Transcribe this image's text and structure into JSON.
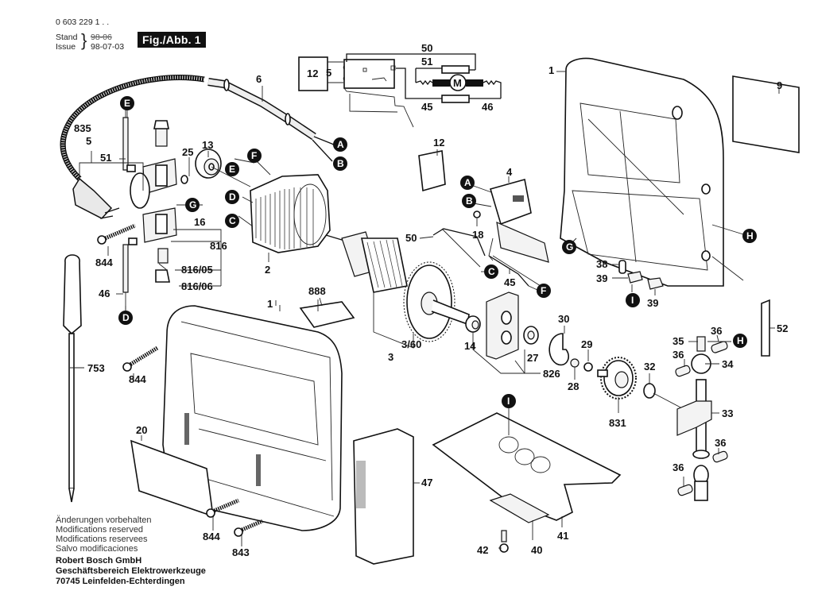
{
  "header": {
    "part_number": "0 603 229 1 . .",
    "stand_label": "Stand",
    "issue_label": "Issue",
    "stand_value_struck": "98-06",
    "issue_value": "98-07-03",
    "figure_label": "Fig./Abb. 1"
  },
  "footer": {
    "notes": [
      "Änderungen vorbehalten",
      "Modifications reserved",
      "Modifications reservees",
      "Salvo modificaciones"
    ],
    "company": [
      "Robert Bosch GmbH",
      "Geschäftsbereich Elektrowerkzeuge",
      "70745 Leinfelden-Echterdingen"
    ]
  },
  "wiring": {
    "labels": [
      "12",
      "5",
      "50",
      "51",
      "45",
      "46",
      "M"
    ]
  },
  "part_labels": [
    {
      "id": "p1a",
      "text": "1"
    },
    {
      "id": "p1b",
      "text": "1"
    },
    {
      "id": "p2",
      "text": "2"
    },
    {
      "id": "p3",
      "text": "3"
    },
    {
      "id": "p360",
      "text": "3/60"
    },
    {
      "id": "p4",
      "text": "4"
    },
    {
      "id": "p6",
      "text": "6"
    },
    {
      "id": "p9",
      "text": "9"
    },
    {
      "id": "p12",
      "text": "12"
    },
    {
      "id": "p13",
      "text": "13"
    },
    {
      "id": "p14",
      "text": "14"
    },
    {
      "id": "p16",
      "text": "16"
    },
    {
      "id": "p18",
      "text": "18"
    },
    {
      "id": "p20",
      "text": "20"
    },
    {
      "id": "p25",
      "text": "25"
    },
    {
      "id": "p27",
      "text": "27"
    },
    {
      "id": "p28",
      "text": "28"
    },
    {
      "id": "p29",
      "text": "29"
    },
    {
      "id": "p30",
      "text": "30"
    },
    {
      "id": "p32",
      "text": "32"
    },
    {
      "id": "p33",
      "text": "33"
    },
    {
      "id": "p34",
      "text": "34"
    },
    {
      "id": "p35",
      "text": "35"
    },
    {
      "id": "p36a",
      "text": "36"
    },
    {
      "id": "p36b",
      "text": "36"
    },
    {
      "id": "p36c",
      "text": "36"
    },
    {
      "id": "p36d",
      "text": "36"
    },
    {
      "id": "p38",
      "text": "38"
    },
    {
      "id": "p39a",
      "text": "39"
    },
    {
      "id": "p39b",
      "text": "39"
    },
    {
      "id": "p40",
      "text": "40"
    },
    {
      "id": "p41",
      "text": "41"
    },
    {
      "id": "p42",
      "text": "42"
    },
    {
      "id": "p45",
      "text": "45"
    },
    {
      "id": "p46",
      "text": "46"
    },
    {
      "id": "p47",
      "text": "47"
    },
    {
      "id": "p50",
      "text": "50"
    },
    {
      "id": "p51",
      "text": "51"
    },
    {
      "id": "p52",
      "text": "52"
    },
    {
      "id": "p753",
      "text": "753"
    },
    {
      "id": "p816",
      "text": "816"
    },
    {
      "id": "p81605",
      "text": "816/05"
    },
    {
      "id": "p81606",
      "text": "816/06"
    },
    {
      "id": "p826",
      "text": "826"
    },
    {
      "id": "p831",
      "text": "831"
    },
    {
      "id": "p835",
      "text": "835"
    },
    {
      "id": "p5",
      "text": "5"
    },
    {
      "id": "p843",
      "text": "843"
    },
    {
      "id": "p844a",
      "text": "844"
    },
    {
      "id": "p844b",
      "text": "844"
    },
    {
      "id": "p844c",
      "text": "844"
    },
    {
      "id": "p888",
      "text": "888"
    }
  ],
  "connectors": [
    {
      "id": "cA1",
      "text": "A"
    },
    {
      "id": "cB1",
      "text": "B"
    },
    {
      "id": "cA2",
      "text": "A"
    },
    {
      "id": "cB2",
      "text": "B"
    },
    {
      "id": "cC1",
      "text": "C"
    },
    {
      "id": "cC2",
      "text": "C"
    },
    {
      "id": "cD1",
      "text": "D"
    },
    {
      "id": "cD2",
      "text": "D"
    },
    {
      "id": "cE1",
      "text": "E"
    },
    {
      "id": "cE2",
      "text": "E"
    },
    {
      "id": "cF1",
      "text": "F"
    },
    {
      "id": "cF2",
      "text": "F"
    },
    {
      "id": "cG1",
      "text": "G"
    },
    {
      "id": "cG2",
      "text": "G"
    },
    {
      "id": "cH1",
      "text": "H"
    },
    {
      "id": "cH2",
      "text": "H"
    },
    {
      "id": "cI1",
      "text": "I"
    },
    {
      "id": "cI2",
      "text": "I"
    }
  ]
}
